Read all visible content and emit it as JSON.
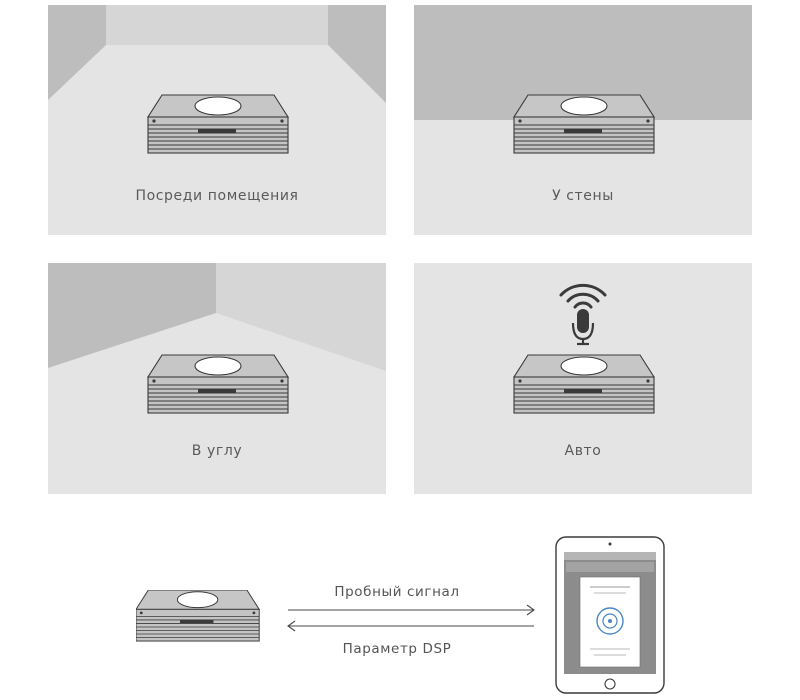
{
  "placements": [
    {
      "id": "room-center",
      "label": "Посреди помещения"
    },
    {
      "id": "against-wall",
      "label": "У стены"
    },
    {
      "id": "in-corner",
      "label": "В углу"
    },
    {
      "id": "auto",
      "label": "Авто"
    }
  ],
  "calibration": {
    "test_signal_label": "Пробный сигнал",
    "dsp_parameter_label": "Параметр DSP"
  },
  "colors": {
    "panel_background": "#e4e4e4",
    "wall_gray": "#bdbdbd",
    "wall_light": "#d6d6d6",
    "device_gray": "#c2c2c2",
    "outline": "#3a3a3a"
  }
}
